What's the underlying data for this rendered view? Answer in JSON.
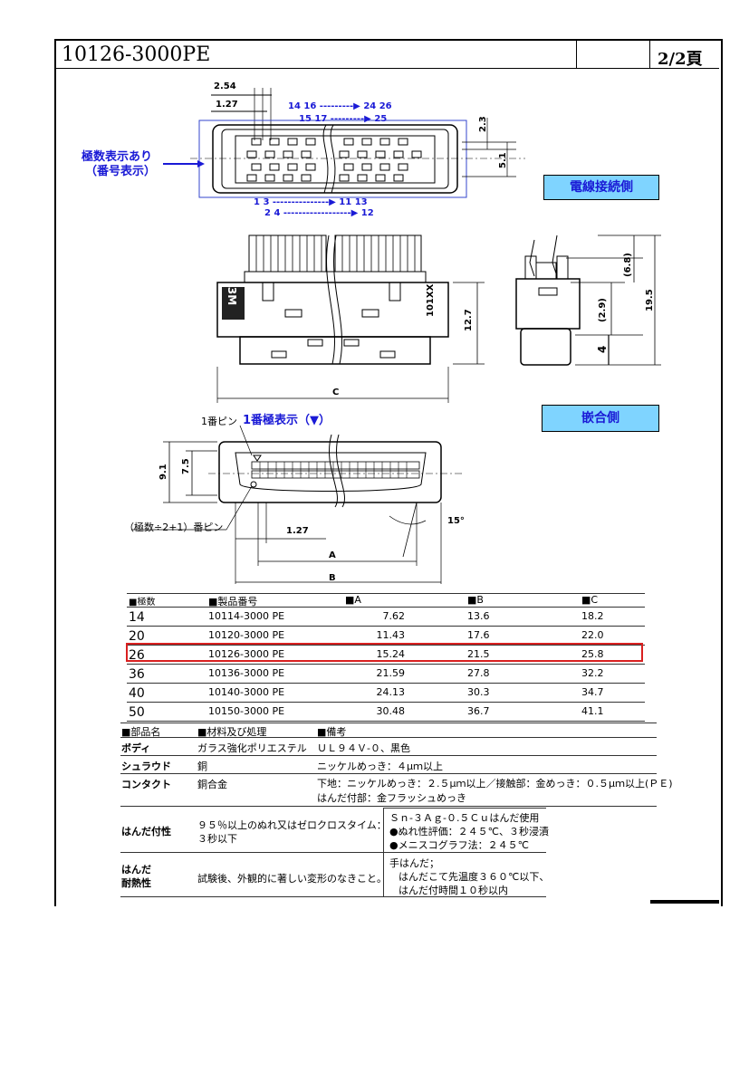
{
  "header": {
    "title": "10126-3000PE",
    "page": "2/2頁"
  },
  "top_view": {
    "dim_254": "2.54",
    "dim_127": "1.27",
    "pins_top_row1": "14 16 ---------▶ 24  26",
    "pins_top_row2": "15 17 ---------▶ 25",
    "pins_bottom_row1": "1   3 ---------------▶ 11  13",
    "pins_bottom_row2": "2   4 ------------------▶ 12",
    "dim_23": "2.3",
    "dim_51": "5.1",
    "pole_label_line1": "極数表示あり",
    "pole_label_line2": "（番号表示）",
    "side_label": "電線接続側"
  },
  "front_view": {
    "logo": "3M",
    "marking": "101XX",
    "dim_127v": "12.7",
    "dim_c": "C",
    "dim_68": "(6.8)",
    "dim_29": "(2.9)",
    "dim_195": "19.5",
    "dim_4": "4"
  },
  "mating_view": {
    "side_label": "嵌合側",
    "pin1_label": "1番ピン",
    "pin1_mark": "1番極表示（▼）",
    "half_pin_label": "（極数÷2+1）番ピン",
    "dim_91": "9.1",
    "dim_75": "7.5",
    "dim_127": "1.27",
    "dim_a": "A",
    "dim_b": "B",
    "angle": "15°"
  },
  "spec_table": {
    "headers": [
      "■極数",
      "■製品番号",
      "■A",
      "■B",
      "■C"
    ],
    "rows": [
      [
        "14",
        "10114-3000 PE",
        "7.62",
        "13.6",
        "18.2"
      ],
      [
        "20",
        "10120-3000 PE",
        "11.43",
        "17.6",
        "22.0"
      ],
      [
        "26",
        "10126-3000 PE",
        "15.24",
        "21.5",
        "25.8"
      ],
      [
        "36",
        "10136-3000 PE",
        "21.59",
        "27.8",
        "32.2"
      ],
      [
        "40",
        "10140-3000 PE",
        "24.13",
        "30.3",
        "34.7"
      ],
      [
        "50",
        "10150-3000 PE",
        "30.48",
        "36.7",
        "41.1"
      ]
    ]
  },
  "materials": {
    "headers": [
      "■部品名",
      "■材料及び処理",
      "■備考"
    ],
    "rows": [
      {
        "part": "ボディ",
        "material": "ガラス強化ポリエステル",
        "note1": "ＵＬ９４Ｖ-０、黒色",
        "note2": ""
      },
      {
        "part": "シュラウド",
        "material": "銅",
        "note1": "ニッケルめっき：４μｍ以上",
        "note2": ""
      },
      {
        "part": "コンタクト",
        "material": "銅合金",
        "note1": "下地：ニッケルめっき：２.５μｍ以上／接触部：金めっき：０.５μｍ以上(ＰＥ)",
        "note2": "はんだ付部：金フラッシュめっき"
      }
    ],
    "solder": {
      "label": "はんだ付性",
      "condition_line1": "９５％以上のぬれ又はゼロクロスタイム：",
      "condition_line2": "３秒以下",
      "note_line1": "Ｓｎ-３Ａｇ-０.５Ｃｕはんだ使用",
      "note_line2": "●ぬれ性評価：２４５℃、３秒浸漬",
      "note_line3": "●メニスコグラフ法：２４５℃"
    },
    "heat": {
      "label_line1": "はんだ",
      "label_line2": "耐熱性",
      "condition": "試験後、外観的に著しい変形のなきこと。",
      "note_line1": "手はんだ；",
      "note_line2": "はんだこて先温度３６０℃以下、",
      "note_line3": "はんだ付時間１０秒以内"
    }
  }
}
